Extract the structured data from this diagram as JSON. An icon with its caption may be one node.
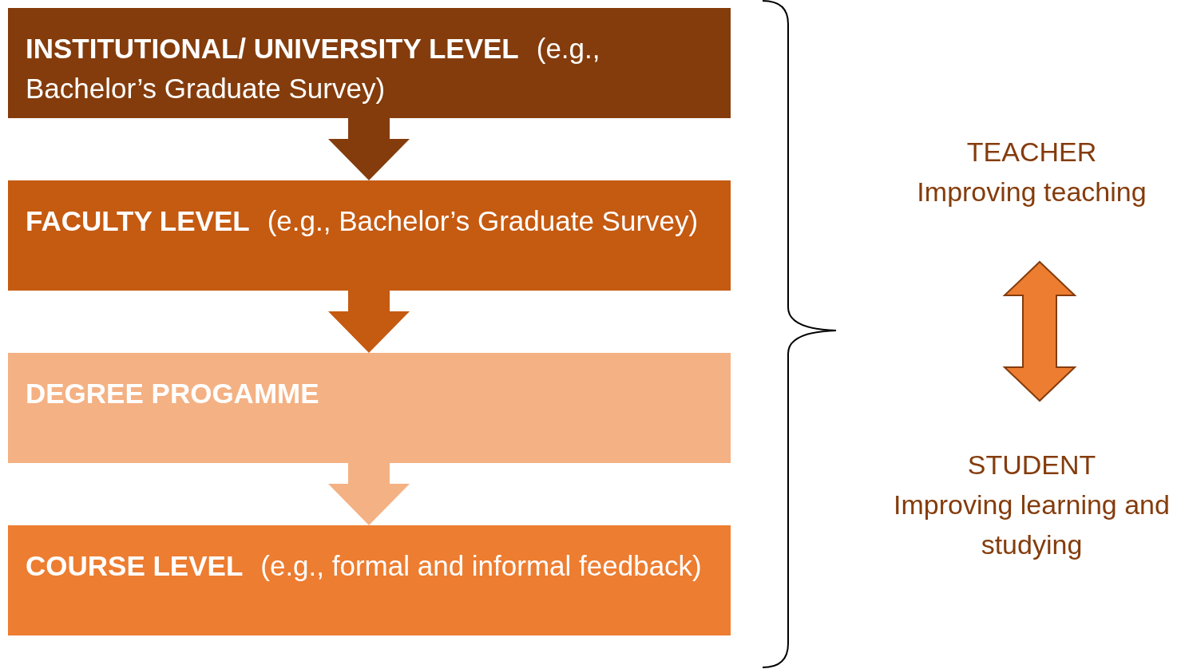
{
  "diagram": {
    "nodes": [
      {
        "text": [
          "INSTITUTIONAL/ UNIVERSITY LEVEL",
          "(e.g., Bachelor’s Graduate Survey)"
        ]
      },
      {
        "text": [
          "FACULTY LEVEL",
          "(e.g., Bachelor’s Graduate Survey)"
        ]
      },
      {
        "text": [
          "DEGREE PROGAMME"
        ]
      },
      {
        "text": [
          "COURSE LEVEL",
          "(e.g., formal and informal feedback)"
        ]
      },
      {
        "text": [
          "TEACHER",
          "Improving teaching"
        ]
      },
      {
        "text": [
          "STUDENT",
          "Improving learning and studying"
        ]
      }
    ],
    "edges": [
      {
        "from": 0,
        "to": 1,
        "arrow": "to",
        "style": "thick",
        "color": "#843c0c"
      },
      {
        "from": 1,
        "to": 2,
        "arrow": "to",
        "style": "thick",
        "color": "#c55a11"
      },
      {
        "from": 2,
        "to": 3,
        "arrow": "to",
        "style": "thick",
        "color": "#f4b183"
      },
      {
        "from": 4,
        "to": 5,
        "arrow": "both",
        "style": "thick",
        "color": "#ed7d31"
      }
    ]
  }
}
